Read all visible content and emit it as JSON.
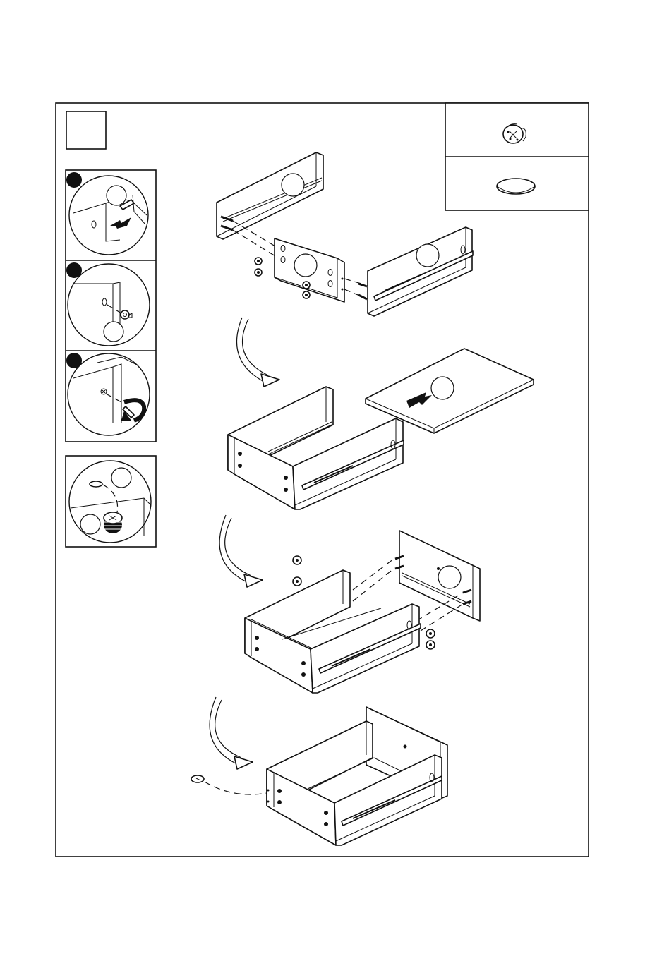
{
  "page": {
    "background": "#ffffff",
    "line_color": "#111111"
  },
  "step": {
    "number": ""
  },
  "hardware": [
    {
      "icon": "cam-lock-icon",
      "qty": ""
    },
    {
      "icon": "cover-cap-icon",
      "qty": ""
    }
  ],
  "detail_steps": [
    {
      "marker": "filled-circle",
      "icon": "insert-dowel-icon"
    },
    {
      "marker": "filled-circle",
      "icon": "insert-cam-lock-icon"
    },
    {
      "marker": "filled-circle",
      "icon": "turn-cam-lock-icon"
    }
  ],
  "cap_detail": {
    "icon": "cover-cap-detail-icon"
  },
  "part_labels": [
    "",
    "",
    "",
    "",
    "",
    "",
    "",
    ""
  ]
}
